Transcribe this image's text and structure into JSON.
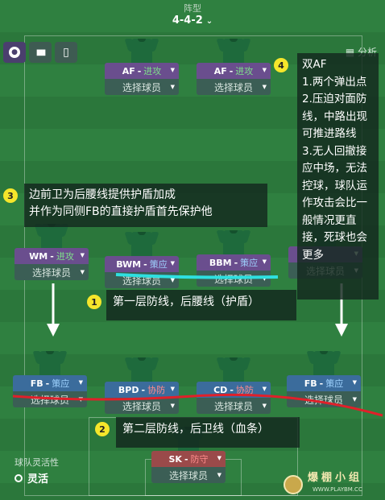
{
  "header": {
    "label": "阵型",
    "formation": "4-4-2",
    "chevron": "⌄"
  },
  "toolbar": {
    "btn1": "●",
    "btn2": "▮▮",
    "btn3": "▮"
  },
  "analysis": "分析",
  "pick_label": "选择球员",
  "players": {
    "af_left": {
      "role": "AF",
      "duty": "进攻"
    },
    "af_right": {
      "role": "AF",
      "duty": "进攻"
    },
    "wm_left": {
      "role": "WM",
      "duty": "进攻"
    },
    "bwm": {
      "role": "BWM",
      "duty": "策应"
    },
    "bbm": {
      "role": "BBM",
      "duty": "策应"
    },
    "fb_left": {
      "role": "FB",
      "duty": "策应"
    },
    "bpd": {
      "role": "BPD",
      "duty": "协防"
    },
    "cd": {
      "role": "CD",
      "duty": "协防"
    },
    "fb_right": {
      "role": "FB",
      "duty": "策应"
    },
    "sk": {
      "role": "SK",
      "duty": "防守"
    }
  },
  "notes": {
    "n1": {
      "badge": "1",
      "text": "第一层防线，后腰线（护盾）"
    },
    "n2": {
      "badge": "2",
      "text": "第二层防线，后卫线（血条）"
    },
    "n3": {
      "badge": "3",
      "line1": "边前卫为后腰线提供护盾加成",
      "line2": "并作为同侧FB的直接护盾首先保护他"
    },
    "n4": {
      "badge": "4",
      "lines": [
        "双AF",
        "1.两个弹出点",
        "2.压迫对面防",
        "线，中路出现",
        "可推进路线",
        "3.无人回撤接",
        "应中场，无法",
        "控球，球队运",
        "作攻击会比一",
        "般情况更直",
        "接，死球也会",
        "更多"
      ]
    }
  },
  "flexibility": {
    "label": "球队灵活性",
    "value": "灵活"
  },
  "watermark": {
    "name": "爆棚小组",
    "url": "WWW.PLAYBM.CC"
  },
  "colors": {
    "attack": "#7fe08a",
    "support": "#9fd3ff",
    "defend": "#ff8c8c",
    "annot_red": "#e0202a",
    "annot_cyan": "#2ee0e0"
  }
}
